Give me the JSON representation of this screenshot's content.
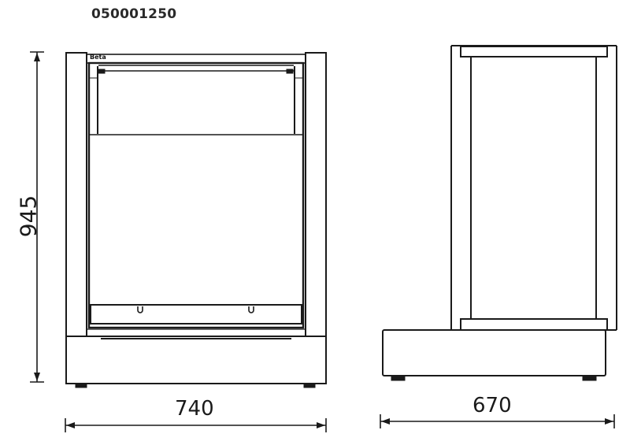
{
  "title": "050001250",
  "front_view": {
    "brand_label": "Beta",
    "width_label": "740",
    "height_label": "945"
  },
  "side_view": {
    "depth_label": "670"
  },
  "colors": {
    "line": "#1a1a1a",
    "background": "#ffffff"
  }
}
